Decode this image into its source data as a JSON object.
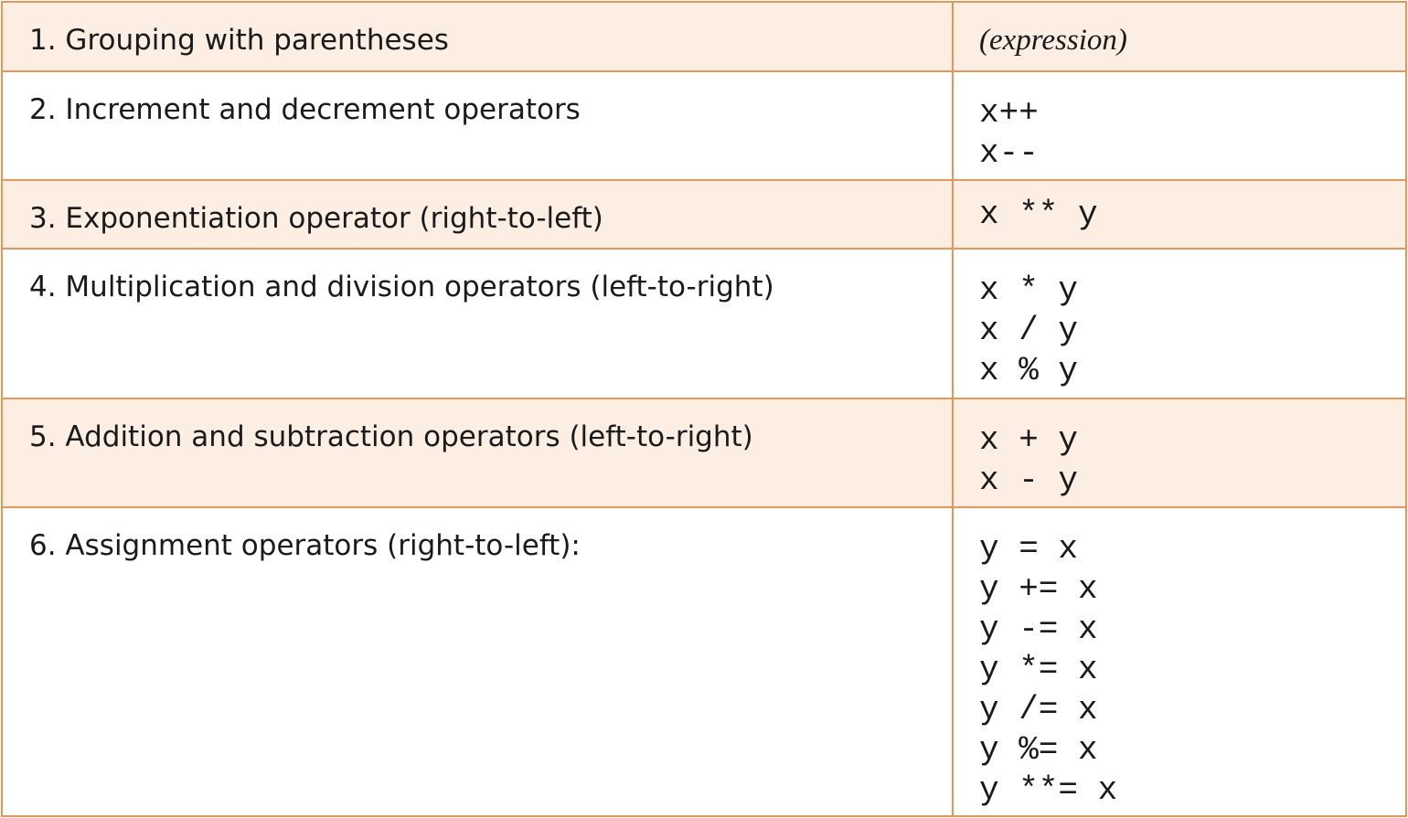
{
  "rows": [
    {
      "description": "1. Grouping with parentheses",
      "expression_italic": "(expression)"
    },
    {
      "description": "2. Increment and decrement operators",
      "expressions": [
        "x++",
        "x--"
      ]
    },
    {
      "description": "3. Exponentiation operator (right-to-left)",
      "expressions": [
        "x ** y"
      ]
    },
    {
      "description": "4. Multiplication and division operators (left-to-right)",
      "expressions": [
        "x * y",
        "x / y",
        "x % y"
      ]
    },
    {
      "description": "5. Addition and subtraction operators (left-to-right)",
      "expressions": [
        "x + y",
        "x - y"
      ]
    },
    {
      "description": "6. Assignment operators (right-to-left):",
      "expressions": [
        "y = x",
        "y += x",
        "y -= x",
        "y *= x",
        "y /= x",
        "y %= x",
        "y **= x"
      ]
    }
  ],
  "colors": {
    "border": "#e8955a",
    "shaded_row": "#fdeee3"
  }
}
